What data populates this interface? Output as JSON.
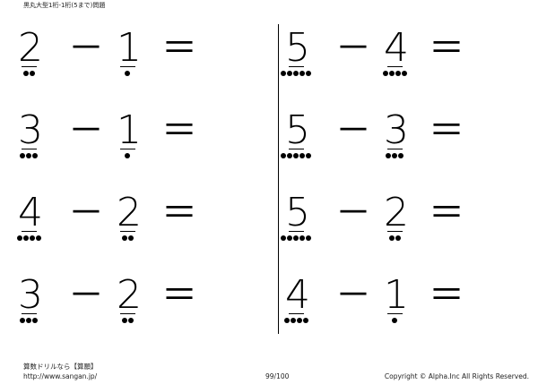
{
  "header": {
    "title": "黒丸大型1桁-1桁(5まで)問題"
  },
  "problems": [
    {
      "a": "2",
      "a_dots": 2,
      "op": "－",
      "b": "1",
      "b_dots": 1,
      "eq": "＝"
    },
    {
      "a": "5",
      "a_dots": 5,
      "op": "－",
      "b": "4",
      "b_dots": 4,
      "eq": "＝"
    },
    {
      "a": "3",
      "a_dots": 3,
      "op": "－",
      "b": "1",
      "b_dots": 1,
      "eq": "＝"
    },
    {
      "a": "5",
      "a_dots": 5,
      "op": "－",
      "b": "3",
      "b_dots": 3,
      "eq": "＝"
    },
    {
      "a": "4",
      "a_dots": 4,
      "op": "－",
      "b": "2",
      "b_dots": 2,
      "eq": "＝"
    },
    {
      "a": "5",
      "a_dots": 5,
      "op": "－",
      "b": "2",
      "b_dots": 2,
      "eq": "＝"
    },
    {
      "a": "3",
      "a_dots": 3,
      "op": "－",
      "b": "2",
      "b_dots": 2,
      "eq": "＝"
    },
    {
      "a": "4",
      "a_dots": 4,
      "op": "－",
      "b": "1",
      "b_dots": 1,
      "eq": "＝"
    }
  ],
  "footer": {
    "site_name": "算数ドリルなら【算願】",
    "url": "http://www.sangan.jp/",
    "page_number": "99/100",
    "copyright": "Copyright © Alpha.Inc All Rights Reserved."
  }
}
